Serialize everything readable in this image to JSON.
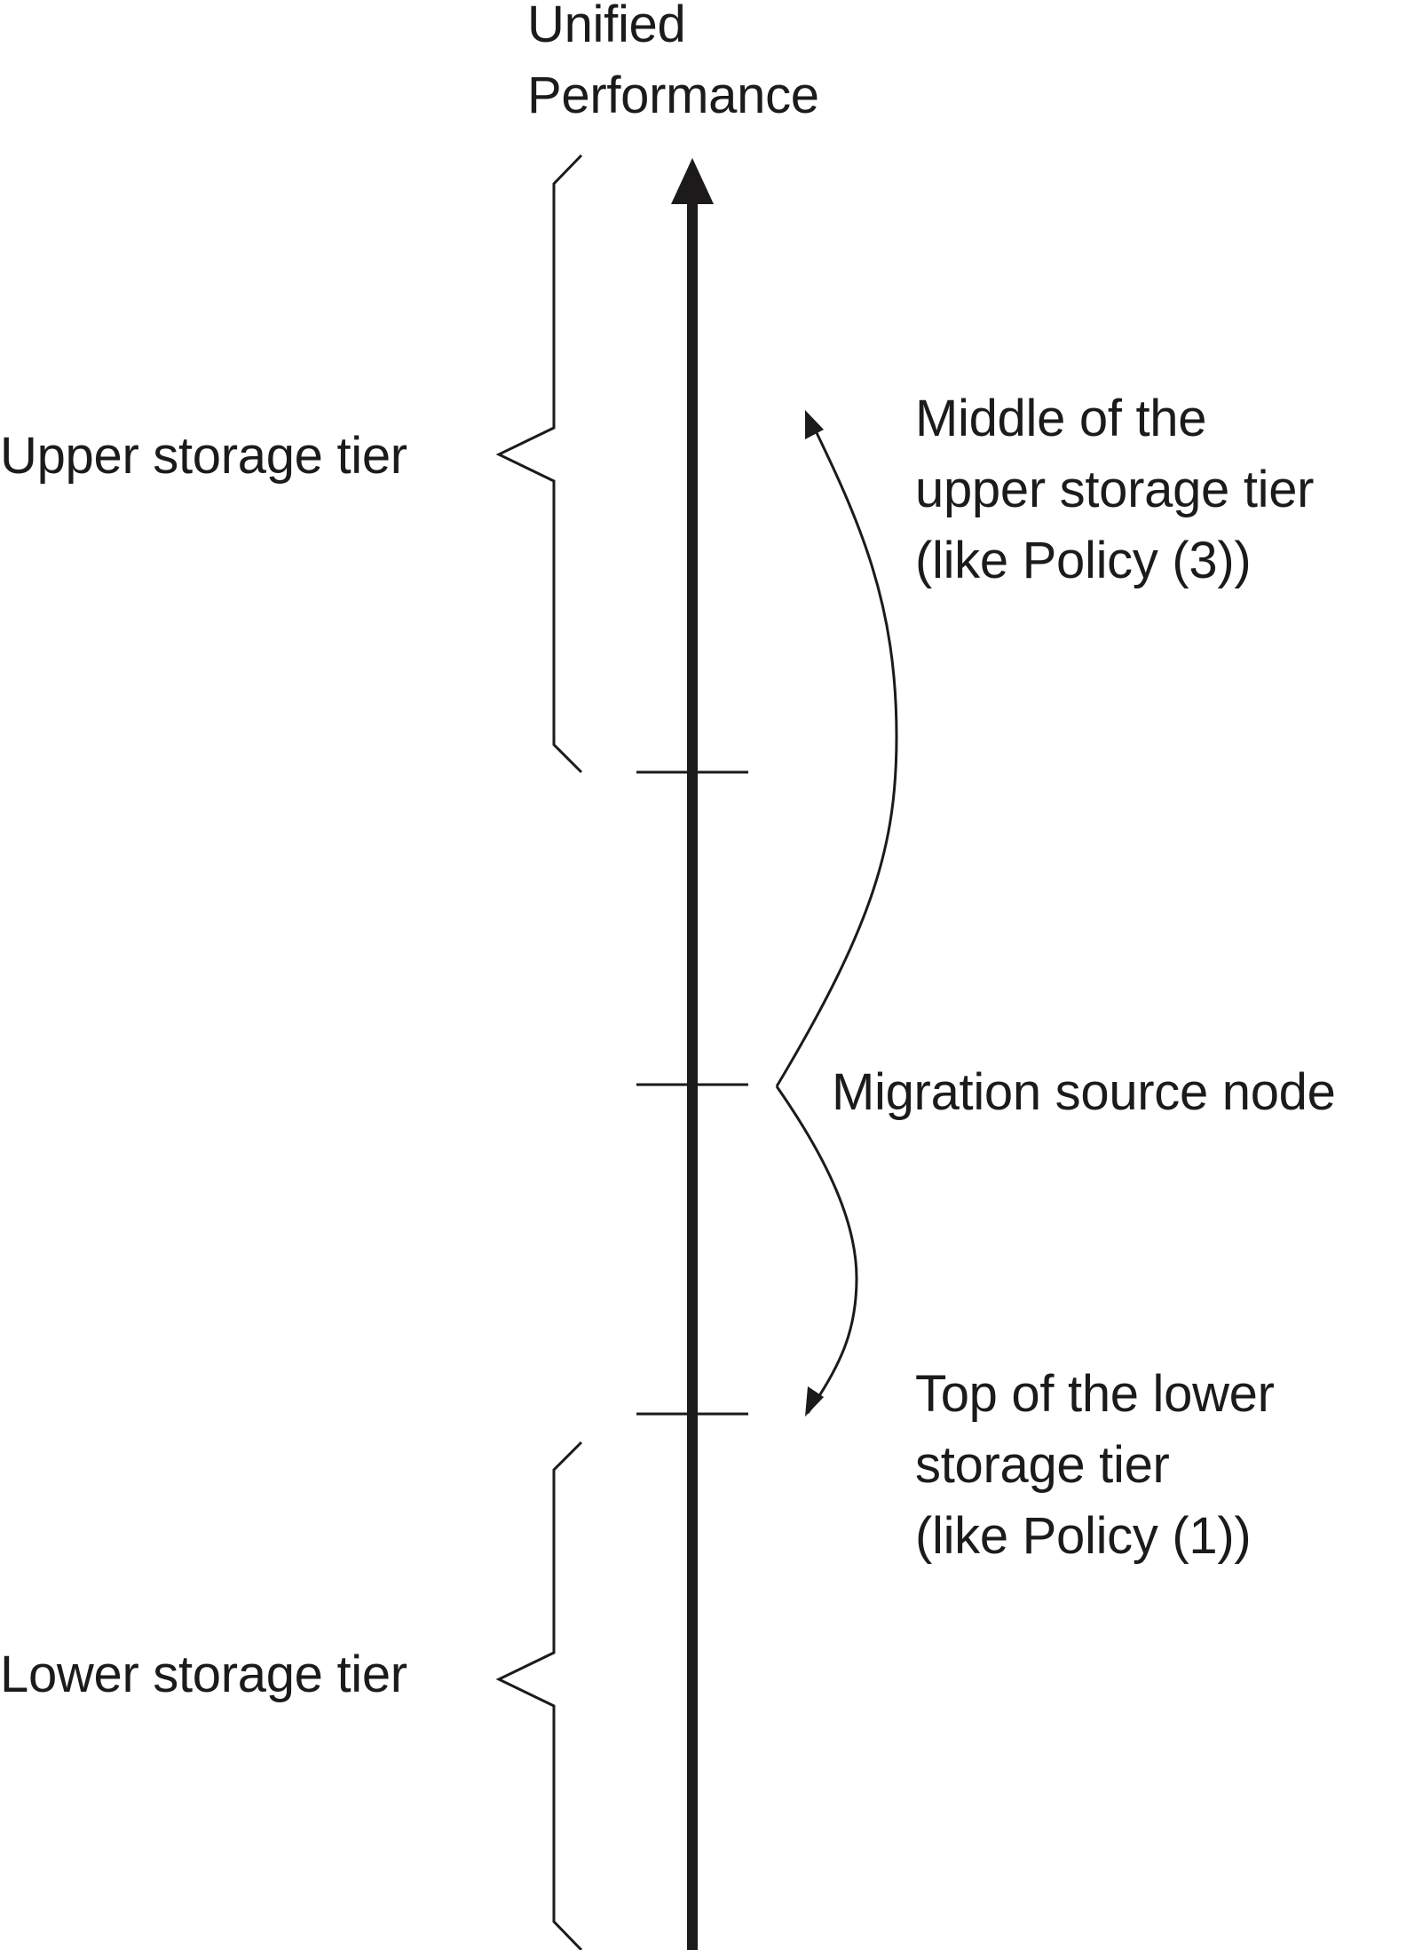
{
  "axis": {
    "title_lines": [
      "Unified",
      "Performance"
    ]
  },
  "brackets": {
    "upper": {
      "label": "Upper storage tier"
    },
    "lower": {
      "label": "Lower storage tier"
    }
  },
  "markers": {
    "middle_of_upper": {
      "lines": [
        "Middle of the",
        "upper storage tier",
        "(like Policy (3))"
      ]
    },
    "migration_source": {
      "label": "Migration source node"
    },
    "top_of_lower": {
      "lines": [
        "Top of the lower",
        "storage tier",
        "(like Policy (1))"
      ]
    }
  },
  "colors": {
    "ink": "#1c1a1b",
    "background": "#ffffff"
  }
}
